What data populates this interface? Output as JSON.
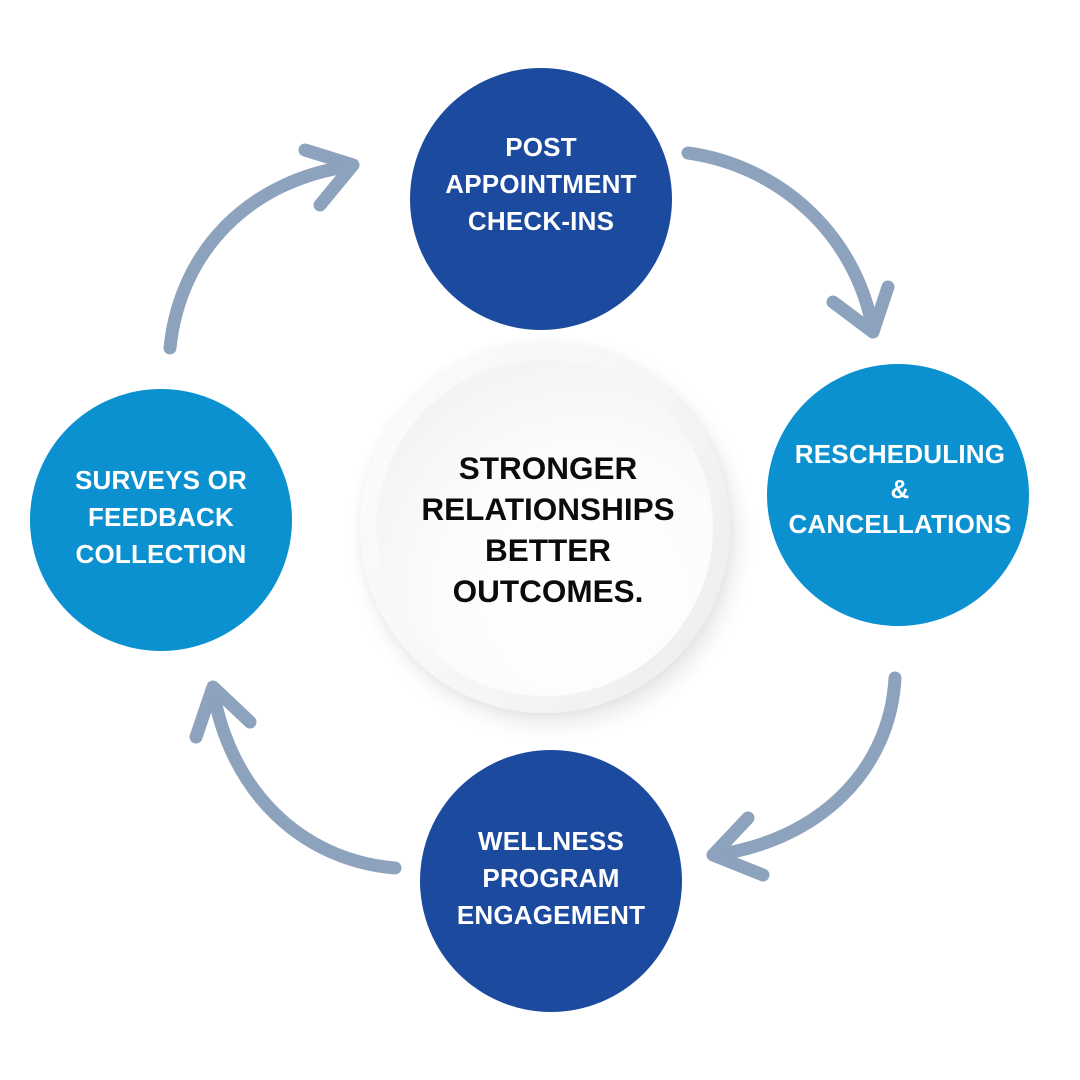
{
  "diagram": {
    "type": "cycle",
    "center": {
      "lines": [
        "STRONGER",
        "RELATIONSHIPS",
        "BETTER",
        "OUTCOMES."
      ]
    },
    "nodes": [
      {
        "id": "post-appointment-check-ins",
        "lines": [
          "POST",
          "APPOINTMENT",
          "CHECK-INS"
        ],
        "color": "#1C4A9E"
      },
      {
        "id": "rescheduling-cancellations",
        "lines": [
          "RESCHEDULING",
          "&",
          "CANCELLATIONS"
        ],
        "color": "#0B90D0"
      },
      {
        "id": "wellness-program-engagement",
        "lines": [
          "WELLNESS",
          "PROGRAM",
          "ENGAGEMENT"
        ],
        "color": "#1C4A9E"
      },
      {
        "id": "surveys-feedback-collection",
        "lines": [
          "SURVEYS OR",
          "FEEDBACK",
          "COLLECTION"
        ],
        "color": "#0B90D0"
      }
    ],
    "flow": [
      {
        "from": "post-appointment-check-ins",
        "to": "rescheduling-cancellations"
      },
      {
        "from": "rescheduling-cancellations",
        "to": "wellness-program-engagement"
      },
      {
        "from": "wellness-program-engagement",
        "to": "surveys-feedback-collection"
      },
      {
        "from": "surveys-feedback-collection",
        "to": "post-appointment-check-ins"
      }
    ],
    "arrow_color": "#8DA2BC",
    "text_color_on_nodes": "#FFFFFF",
    "center_text_color": "#0B0B0B"
  }
}
